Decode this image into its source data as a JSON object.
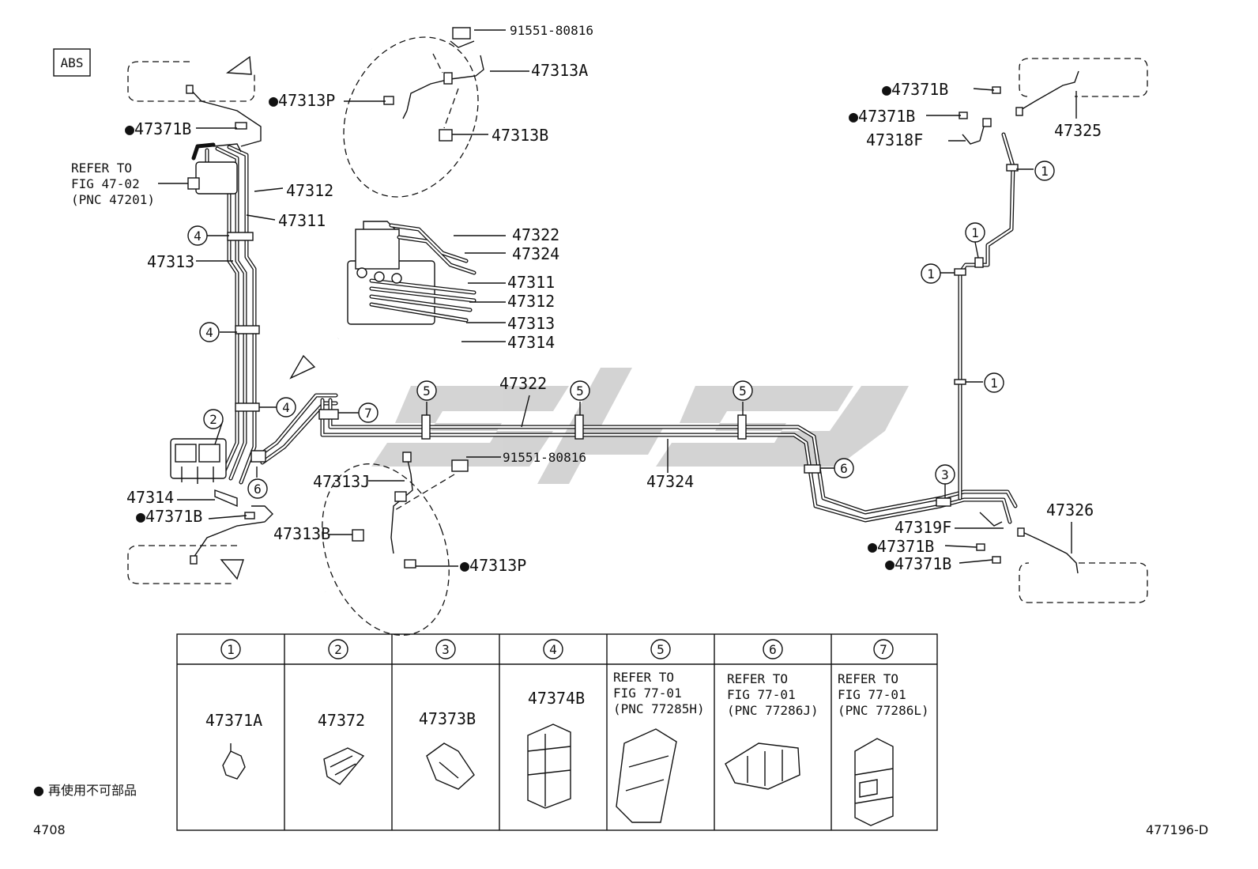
{
  "abs_label": "ABS",
  "refer_main": [
    "REFER TO",
    "FIG 47-02",
    "(PNC 47201)"
  ],
  "labels": {
    "p91551_top": "91551-80816",
    "p47313A": "47313A",
    "p47313P_top": "●47313P",
    "p47313B_top": "47313B",
    "p47371B_tl": "●47371B",
    "p47312_l": "47312",
    "p47311_l": "47311",
    "p47313_l": "47313",
    "p47322_abs": "47322",
    "p47324_abs": "47324",
    "p47311_abs": "47311",
    "p47312_abs": "47312",
    "p47313_abs": "47313",
    "p47314_abs": "47314",
    "p47322_mid": "47322",
    "p47324_mid": "47324",
    "p91551_mid": "91551-80816",
    "p47313J": "47313J",
    "p47313B_bot": "47313B",
    "p47313P_bot": "●47313P",
    "p47314_l": "47314",
    "p47371B_bl": "●47371B",
    "p47371B_tr1": "●47371B",
    "p47371B_tr2": "●47371B",
    "p47318F": "47318F",
    "p47325": "47325",
    "p47319F": "47319F",
    "p47371B_br1": "●47371B",
    "p47371B_br2": "●47371B",
    "p47326": "47326"
  },
  "callouts": {
    "c1": "1",
    "c2": "2",
    "c3": "3",
    "c4": "4",
    "c5": "5",
    "c6": "6",
    "c7": "7"
  },
  "table": {
    "columns": [
      {
        "num": "1",
        "lines": [
          "47371A"
        ]
      },
      {
        "num": "2",
        "lines": [
          "47372"
        ]
      },
      {
        "num": "3",
        "lines": [
          "47373B"
        ]
      },
      {
        "num": "4",
        "lines": [
          "47374B"
        ]
      },
      {
        "num": "5",
        "lines": [
          "REFER TO",
          "FIG 77-01",
          "(PNC 77285H)"
        ]
      },
      {
        "num": "6",
        "lines": [
          "REFER TO",
          "FIG 77-01",
          "(PNC 77286J)"
        ]
      },
      {
        "num": "7",
        "lines": [
          "REFER TO",
          "FIG 77-01",
          "(PNC 77286L)"
        ]
      }
    ]
  },
  "legend_text": "● 再使用不可部品",
  "footer_left": "4708",
  "footer_right": "477196-D"
}
